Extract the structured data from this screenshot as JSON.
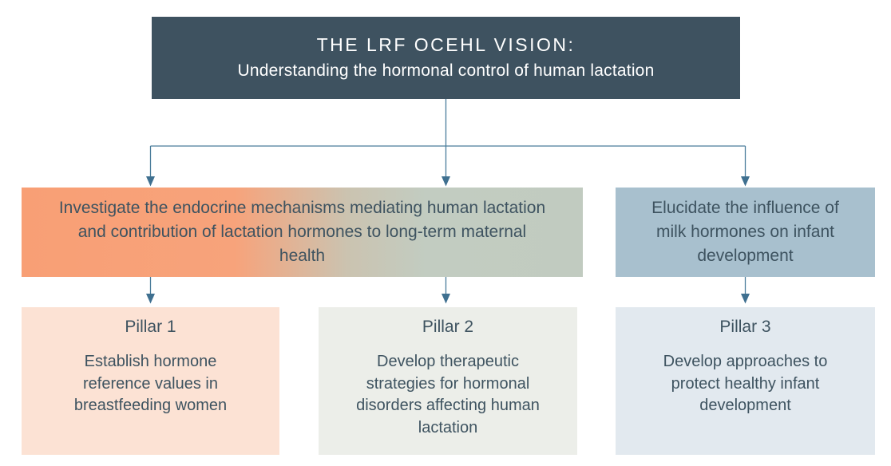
{
  "title": {
    "line1": "THE LRF OCEHL VISION:",
    "line2": "Understanding the hormonal control of human lactation"
  },
  "goals": {
    "maternal": "Investigate the endocrine mechanisms mediating human lactation and contribution of lactation hormones to long-term maternal health",
    "infant": "Elucidate the influence of milk hormones on infant development"
  },
  "pillars": [
    {
      "label": "Pillar 1",
      "text": "Establish hormone reference values in breastfeeding women"
    },
    {
      "label": "Pillar 2",
      "text": "Develop therapeutic strategies for hormonal disorders affecting human lactation"
    },
    {
      "label": "Pillar 3",
      "text": "Develop approaches to protect healthy infant development"
    }
  ],
  "colors": {
    "title_bg": "#3E5260",
    "title_text": "#FFFFFF",
    "body_text": "#3E5360",
    "connector": "#4A7C9B",
    "arrowhead": "#3F7090",
    "gradient_left": "#F89F75",
    "gradient_right": "#C1CBC0",
    "goal_infant_bg": "#A8C0CE",
    "pillar1_bg": "#FCE2D4",
    "pillar2_bg": "#ECEEE9",
    "pillar3_bg": "#E2E9EF"
  }
}
